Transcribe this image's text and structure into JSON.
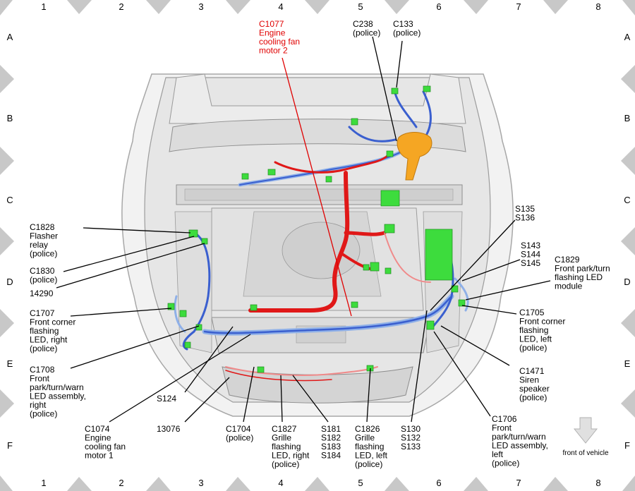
{
  "grid": {
    "cols": [
      "1",
      "2",
      "3",
      "4",
      "5",
      "6",
      "7",
      "8"
    ],
    "rows": [
      "A",
      "B",
      "C",
      "D",
      "E",
      "F"
    ]
  },
  "labels": {
    "c1077": [
      "C1077",
      "Engine",
      "cooling fan",
      "motor 2"
    ],
    "c238": [
      "C238",
      "(police)"
    ],
    "c133": [
      "C133",
      "(police)"
    ],
    "c1828": [
      "C1828",
      "Flasher",
      "relay",
      "(police)"
    ],
    "c1830": [
      "C1830",
      "(police)"
    ],
    "n14290": [
      "14290"
    ],
    "c1707": [
      "C1707",
      "Front corner",
      "flashing",
      "LED, right",
      "(police)"
    ],
    "c1708": [
      "C1708",
      "Front",
      "park/turn/warn",
      "LED assembly,",
      "right",
      "(police)"
    ],
    "c1074": [
      "C1074",
      "Engine",
      "cooling fan",
      "motor 1"
    ],
    "s124": [
      "S124"
    ],
    "n13076": [
      "13076"
    ],
    "c1704": [
      "C1704",
      "(police)"
    ],
    "c1827": [
      "C1827",
      "Grille",
      "flashing",
      "LED, right",
      "(police)"
    ],
    "s181": [
      "S181",
      "S182",
      "S183",
      "S184"
    ],
    "c1826": [
      "C1826",
      "Grille",
      "flashing",
      "LED, left",
      "(police)"
    ],
    "s130": [
      "S130",
      "S132",
      "S133"
    ],
    "c1706": [
      "C1706",
      "Front",
      "park/turn/warn",
      "LED assembly,",
      "left",
      "(police)"
    ],
    "c1471": [
      "C1471",
      "Siren",
      "speaker",
      "(police)"
    ],
    "c1705": [
      "C1705",
      "Front corner",
      "flashing",
      "LED, left",
      "(police)"
    ],
    "c1829": [
      "C1829",
      "Front park/turn",
      "flashing LED",
      "module"
    ],
    "s143": [
      "S143",
      "S144",
      "S145"
    ],
    "s135": [
      "S135",
      "S136"
    ],
    "front_of_vehicle": "front of vehicle"
  },
  "colors": {
    "harness_blue": "#3a5fcf",
    "harness_light_blue": "#8fb0e8",
    "harness_red": "#e01818",
    "harness_pink": "#f08a8a",
    "connector_green": "#3ddc3d",
    "highlight_orange": "#f5a623",
    "label_red": "#e00000",
    "chevron_gray": "#c8c8c8"
  }
}
